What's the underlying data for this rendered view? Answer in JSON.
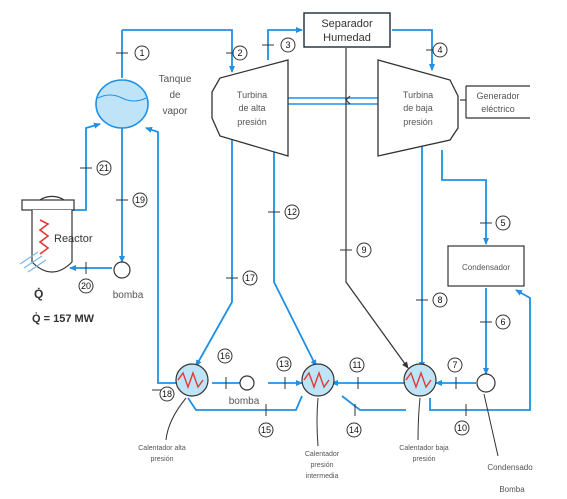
{
  "colors": {
    "pipe": "#1e90e6",
    "line_dark": "#333333",
    "tank_fill": "#bfe3f7"
  },
  "labels": {
    "separator_l1": "Separador",
    "separator_l2": "Humedad",
    "tank_l1": "Tanque",
    "tank_l2": "de",
    "tank_l3": "vapor",
    "hp_l1": "Turbina",
    "hp_l2": "de alta",
    "hp_l3": "presión",
    "lp_l1": "Turbina",
    "lp_l2": "de baja",
    "lp_l3": "presión",
    "gen_l1": "Generador",
    "gen_l2": "eléctrico",
    "reactor": "Reactor",
    "bomba_main": "bomba",
    "q_dot": "Q̇",
    "q_value": "Q̇ = 157 MW",
    "condenser": "Condensador",
    "bomba_mid": "bomba",
    "heater_hp_l1": "Calentador alta",
    "heater_hp_l2": "presión",
    "heater_ip_l1": "Calentador",
    "heater_ip_l2": "presión",
    "heater_ip_l3": "intermedia",
    "heater_lp_l1": "Calentador baja",
    "heater_lp_l2": "presión",
    "condensado": "Condensado",
    "bomba_bottom": "Bomba"
  },
  "states": {
    "s1": "1",
    "s2": "2",
    "s3": "3",
    "s4": "4",
    "s5": "5",
    "s6": "6",
    "s7": "7",
    "s8": "8",
    "s9": "9",
    "s10": "10",
    "s11": "11",
    "s12": "12",
    "s13": "13",
    "s14": "14",
    "s15": "15",
    "s16": "16",
    "s17": "17",
    "s18": "18",
    "s19": "19",
    "s20": "20",
    "s21": "21"
  }
}
